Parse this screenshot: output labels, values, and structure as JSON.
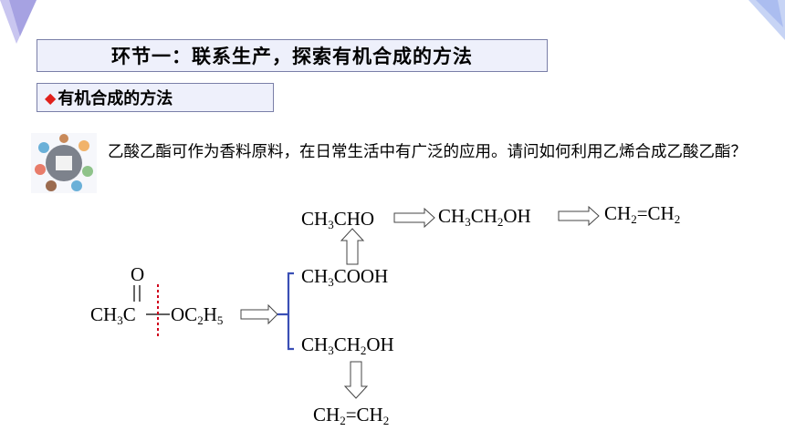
{
  "title": "环节一：联系生产，探索有机合成的方法",
  "subtitle_marker": "◆",
  "subtitle": "有机合成的方法",
  "question": "乙酸乙酯可作为香料原料，在日常生活中有广泛的应用。请问如何利用乙烯合成乙酸乙酯？",
  "formulas": {
    "acetaldehyde": {
      "a": "CH",
      "b": "3",
      "c": "CHO"
    },
    "ethanol_top": {
      "a": "CH",
      "b": "3",
      "c": "CH",
      "d": "2",
      "e": "OH"
    },
    "ethylene_top": {
      "a": "CH",
      "b": "2",
      "c": "=CH",
      "d": "2"
    },
    "acetic_acid": {
      "a": "CH",
      "b": "3",
      "c": "COOH"
    },
    "ethanol_bottom": {
      "a": "CH",
      "b": "3",
      "c": "CH",
      "d": "2",
      "e": "OH"
    },
    "ethylene_bottom": {
      "a": "CH",
      "b": "2",
      "c": "=CH",
      "d": "2"
    },
    "ester": {
      "oxygen": "O",
      "left_a": "CH",
      "left_b": "3",
      "left_c": "C",
      "right_a": "OC",
      "right_b": "2",
      "right_c": "H",
      "right_d": "5"
    }
  },
  "colors": {
    "title_bg": "#eef0fb",
    "box_border": "#7a7fa8",
    "diamond": "#e0201c",
    "bracket": "#3a4fb5",
    "cut_line": "#d0021b"
  }
}
